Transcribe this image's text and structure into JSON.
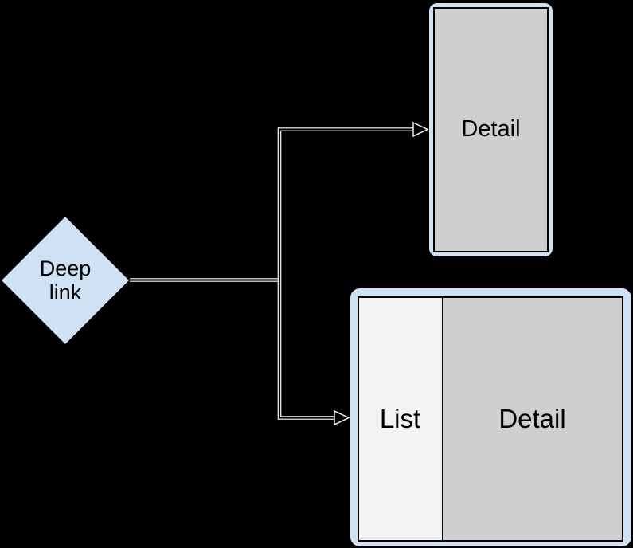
{
  "diagram": {
    "type": "flowchart",
    "nodes": {
      "deep_link": {
        "label": "Deep\nlink",
        "shape": "diamond"
      },
      "detail_screen": {
        "label": "Detail",
        "shape": "phone-frame"
      },
      "split_screen": {
        "list_label": "List",
        "detail_label": "Detail",
        "shape": "list-detail-frame"
      }
    },
    "edges": [
      {
        "from": "deep_link",
        "to": "detail_screen",
        "style": "arrow"
      },
      {
        "from": "deep_link",
        "to": "split_screen",
        "style": "arrow"
      }
    ]
  },
  "colors": {
    "bg": "#000000",
    "node-blue": "#cfe2f3",
    "panel-gray": "#cfcfcf",
    "list-gray": "#f3f3f3",
    "line": "#ffffff",
    "text": "#000000",
    "border": "#000000"
  }
}
